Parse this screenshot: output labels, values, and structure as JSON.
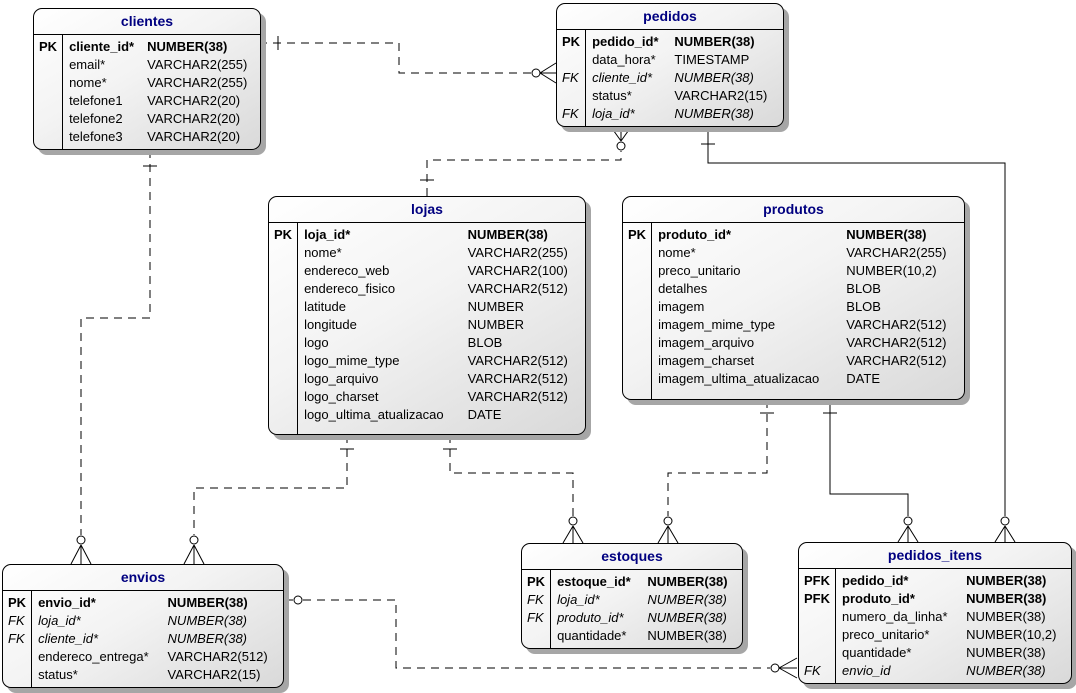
{
  "diagram": {
    "colors": {
      "title_text": "#000080",
      "attribute_text": "#000000",
      "table_border": "#000000",
      "table_gradient_start": "#ffffff",
      "table_gradient_end": "#d9d9d9",
      "shadow": "#a6a6a6",
      "relationship_line": "#000000",
      "canvas_background": "#ffffff"
    },
    "tables": [
      {
        "id": "clientes",
        "title": "clientes",
        "columns": [
          {
            "key": "PK",
            "name": "cliente_id*",
            "type": "NUMBER(38)",
            "style": "pk"
          },
          {
            "key": "",
            "name": "email*",
            "type": "VARCHAR2(255)",
            "style": "normal"
          },
          {
            "key": "",
            "name": "nome*",
            "type": "VARCHAR2(255)",
            "style": "normal"
          },
          {
            "key": "",
            "name": "telefone1",
            "type": "VARCHAR2(20)",
            "style": "normal"
          },
          {
            "key": "",
            "name": "telefone2",
            "type": "VARCHAR2(20)",
            "style": "normal"
          },
          {
            "key": "",
            "name": "telefone3",
            "type": "VARCHAR2(20)",
            "style": "normal"
          }
        ]
      },
      {
        "id": "pedidos",
        "title": "pedidos",
        "columns": [
          {
            "key": "PK",
            "name": "pedido_id*",
            "type": "NUMBER(38)",
            "style": "pk"
          },
          {
            "key": "",
            "name": "data_hora*",
            "type": "TIMESTAMP",
            "style": "normal"
          },
          {
            "key": "FK",
            "name": "cliente_id*",
            "type": "NUMBER(38)",
            "style": "fk"
          },
          {
            "key": "",
            "name": "status*",
            "type": "VARCHAR2(15)",
            "style": "normal"
          },
          {
            "key": "FK",
            "name": "loja_id*",
            "type": "NUMBER(38)",
            "style": "fk"
          }
        ]
      },
      {
        "id": "lojas",
        "title": "lojas",
        "columns": [
          {
            "key": "PK",
            "name": "loja_id*",
            "type": "NUMBER(38)",
            "style": "pk"
          },
          {
            "key": "",
            "name": "nome*",
            "type": "VARCHAR2(255)",
            "style": "normal"
          },
          {
            "key": "",
            "name": "endereco_web",
            "type": "VARCHAR2(100)",
            "style": "normal"
          },
          {
            "key": "",
            "name": "endereco_fisico",
            "type": "VARCHAR2(512)",
            "style": "normal"
          },
          {
            "key": "",
            "name": "latitude",
            "type": "NUMBER",
            "style": "normal"
          },
          {
            "key": "",
            "name": "longitude",
            "type": "NUMBER",
            "style": "normal"
          },
          {
            "key": "",
            "name": "logo",
            "type": "BLOB",
            "style": "normal"
          },
          {
            "key": "",
            "name": "logo_mime_type",
            "type": "VARCHAR2(512)",
            "style": "normal"
          },
          {
            "key": "",
            "name": "logo_arquivo",
            "type": "VARCHAR2(512)",
            "style": "normal"
          },
          {
            "key": "",
            "name": "logo_charset",
            "type": "VARCHAR2(512)",
            "style": "normal"
          },
          {
            "key": "",
            "name": "logo_ultima_atualizacao",
            "type": "DATE",
            "style": "normal"
          }
        ]
      },
      {
        "id": "produtos",
        "title": "produtos",
        "columns": [
          {
            "key": "PK",
            "name": "produto_id*",
            "type": "NUMBER(38)",
            "style": "pk"
          },
          {
            "key": "",
            "name": "nome*",
            "type": "VARCHAR2(255)",
            "style": "normal"
          },
          {
            "key": "",
            "name": "preco_unitario",
            "type": "NUMBER(10,2)",
            "style": "normal"
          },
          {
            "key": "",
            "name": "detalhes",
            "type": "BLOB",
            "style": "normal"
          },
          {
            "key": "",
            "name": "imagem",
            "type": "BLOB",
            "style": "normal"
          },
          {
            "key": "",
            "name": "imagem_mime_type",
            "type": "VARCHAR2(512)",
            "style": "normal"
          },
          {
            "key": "",
            "name": "imagem_arquivo",
            "type": "VARCHAR2(512)",
            "style": "normal"
          },
          {
            "key": "",
            "name": "imagem_charset",
            "type": "VARCHAR2(512)",
            "style": "normal"
          },
          {
            "key": "",
            "name": "imagem_ultima_atualizacao",
            "type": "DATE",
            "style": "normal"
          }
        ]
      },
      {
        "id": "envios",
        "title": "envios",
        "columns": [
          {
            "key": "PK",
            "name": "envio_id*",
            "type": "NUMBER(38)",
            "style": "pk"
          },
          {
            "key": "FK",
            "name": "loja_id*",
            "type": "NUMBER(38)",
            "style": "fk"
          },
          {
            "key": "FK",
            "name": "cliente_id*",
            "type": "NUMBER(38)",
            "style": "fk"
          },
          {
            "key": "",
            "name": "endereco_entrega*",
            "type": "VARCHAR2(512)",
            "style": "normal"
          },
          {
            "key": "",
            "name": "status*",
            "type": "VARCHAR2(15)",
            "style": "normal"
          }
        ]
      },
      {
        "id": "estoques",
        "title": "estoques",
        "columns": [
          {
            "key": "PK",
            "name": "estoque_id*",
            "type": "NUMBER(38)",
            "style": "pk"
          },
          {
            "key": "FK",
            "name": "loja_id*",
            "type": "NUMBER(38)",
            "style": "fk"
          },
          {
            "key": "FK",
            "name": "produto_id*",
            "type": "NUMBER(38)",
            "style": "fk"
          },
          {
            "key": "",
            "name": "quantidade*",
            "type": "NUMBER(38)",
            "style": "normal"
          }
        ]
      },
      {
        "id": "pedidos_itens",
        "title": "pedidos_itens",
        "columns": [
          {
            "key": "PFK",
            "name": "pedido_id*",
            "type": "NUMBER(38)",
            "style": "pfk"
          },
          {
            "key": "PFK",
            "name": "produto_id*",
            "type": "NUMBER(38)",
            "style": "pfk"
          },
          {
            "key": "",
            "name": "numero_da_linha*",
            "type": "NUMBER(38)",
            "style": "normal"
          },
          {
            "key": "",
            "name": "preco_unitario*",
            "type": "NUMBER(10,2)",
            "style": "normal"
          },
          {
            "key": "",
            "name": "quantidade*",
            "type": "NUMBER(38)",
            "style": "normal"
          },
          {
            "key": "FK",
            "name": "envio_id",
            "type": "NUMBER(38)",
            "style": "fk"
          }
        ]
      }
    ],
    "relationships": [
      {
        "from": "clientes",
        "to": "pedidos",
        "via": "cliente_id",
        "line": "dashed",
        "parent_cardinality": "1",
        "child_cardinality": "0..N",
        "identifying": false
      },
      {
        "from": "lojas",
        "to": "pedidos",
        "via": "loja_id",
        "line": "dashed",
        "parent_cardinality": "1",
        "child_cardinality": "0..N",
        "identifying": false
      },
      {
        "from": "clientes",
        "to": "envios",
        "via": "cliente_id",
        "line": "dashed",
        "parent_cardinality": "1",
        "child_cardinality": "0..N",
        "identifying": false
      },
      {
        "from": "lojas",
        "to": "envios",
        "via": "loja_id",
        "line": "dashed",
        "parent_cardinality": "1",
        "child_cardinality": "0..N",
        "identifying": false
      },
      {
        "from": "lojas",
        "to": "estoques",
        "via": "loja_id",
        "line": "dashed",
        "parent_cardinality": "1",
        "child_cardinality": "0..N",
        "identifying": false
      },
      {
        "from": "produtos",
        "to": "estoques",
        "via": "produto_id",
        "line": "dashed",
        "parent_cardinality": "1",
        "child_cardinality": "0..N",
        "identifying": false
      },
      {
        "from": "pedidos",
        "to": "pedidos_itens",
        "via": "pedido_id",
        "line": "solid",
        "parent_cardinality": "1",
        "child_cardinality": "0..N",
        "identifying": true
      },
      {
        "from": "produtos",
        "to": "pedidos_itens",
        "via": "produto_id",
        "line": "solid",
        "parent_cardinality": "1",
        "child_cardinality": "0..N",
        "identifying": true
      },
      {
        "from": "envios",
        "to": "pedidos_itens",
        "via": "envio_id",
        "line": "dashed",
        "parent_cardinality": "0..1",
        "child_cardinality": "0..N",
        "identifying": false
      }
    ]
  }
}
